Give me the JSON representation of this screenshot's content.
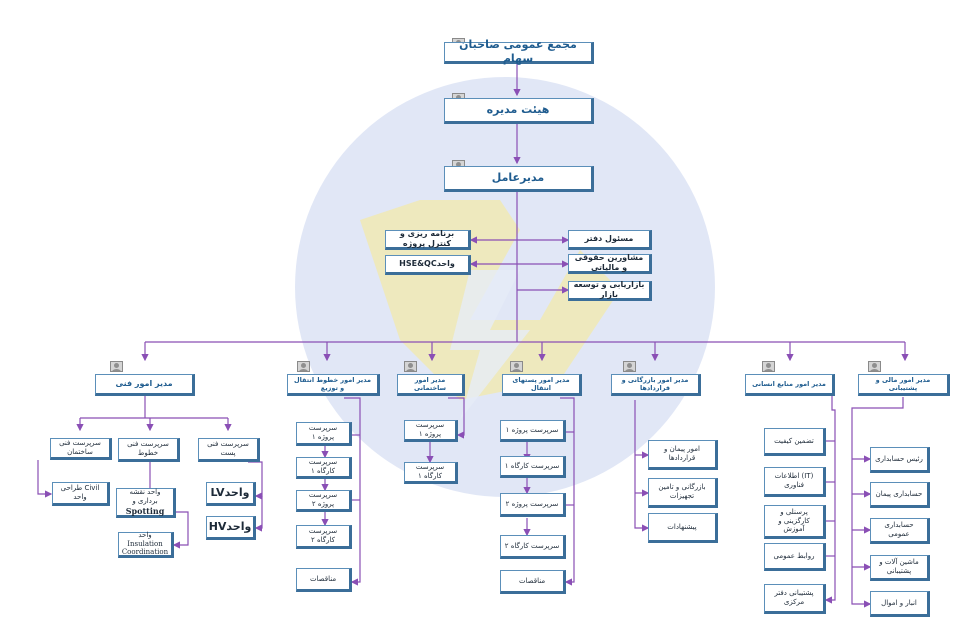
{
  "colors": {
    "line": "#8a4fb5",
    "box_border": "#3b6e99",
    "title_text": "#1f5c8f",
    "watermark_blue": "#c8d4ee",
    "watermark_yellow": "#f4e9a6"
  },
  "icons": {
    "avatar": "person-placeholder-icon"
  },
  "top": {
    "shareholders": "مجمع عمومی صاحبان سهام",
    "board": "هیئت مدیره",
    "ceo": "مدیرعامل"
  },
  "staff": {
    "planning": "برنامه ریزی و کنترل پروژه",
    "hseqc": "واحدHSE&QC",
    "office": "مسئول دفتر",
    "legal": "مشاورین حقوقی و مالیاتی",
    "marketing": "بازاریابی و توسعه بازار"
  },
  "technical": {
    "title": "مدیر امور فنی",
    "building": "سرپرست فنی ساختمان",
    "lines": "سرپرست فنی خطوط",
    "post": "سرپرست فنی پست",
    "civil": "Civil طراحی واحد",
    "spotting_prefix": "واحد نقشه برداری و",
    "spotting_word": "Spotting",
    "insulation": "واحد Insulation Coordination",
    "lv": "واحدLV",
    "hv": "واحدHV"
  },
  "transmission": {
    "title": "مدیر امور خطوط انتقال و توزیع",
    "items": [
      "سرپرست پروژه ۱",
      "سرپرست کارگاه ۱",
      "سرپرست پروژه ۲",
      "سرپرست کارگاه ۲",
      "مناقصات"
    ]
  },
  "construction": {
    "title": "مدیر امور ساختمانی",
    "items": [
      "سرپرست پروژه ۱",
      "سرپرست کارگاه ۱"
    ]
  },
  "substation": {
    "title": "مدیر امور پستهای انتقال",
    "items": [
      "سرپرست پروژه ۱",
      "سرپرست کارگاه ۱",
      "سرپرست پروژه ۲",
      "سرپرست کارگاه ۲",
      "مناقصات"
    ]
  },
  "commercial": {
    "title": "مدیر امور بازرگانی و قراردادها",
    "items": [
      "امور پیمان و قراردادها",
      "بازرگانی و تامین تجهیزات",
      "پیشنهادات"
    ]
  },
  "hr": {
    "title": "مدیر امور منابع انسانی",
    "items": [
      "تضمین کیفیت",
      "(IT) اطلاعات فناوری",
      "پرسنلی و کارگزینی و آموزش",
      "روابط عمومی",
      "پشتیبانی دفتر مرکزی"
    ]
  },
  "finance": {
    "title": "مدیر امور مالی و پشتیبانی",
    "items": [
      "رئیس حسابداری",
      "حسابداری پیمان",
      "حسابداری عمومی",
      "ماشین آلات و پشتیبانی",
      "انبار و اموال"
    ]
  }
}
